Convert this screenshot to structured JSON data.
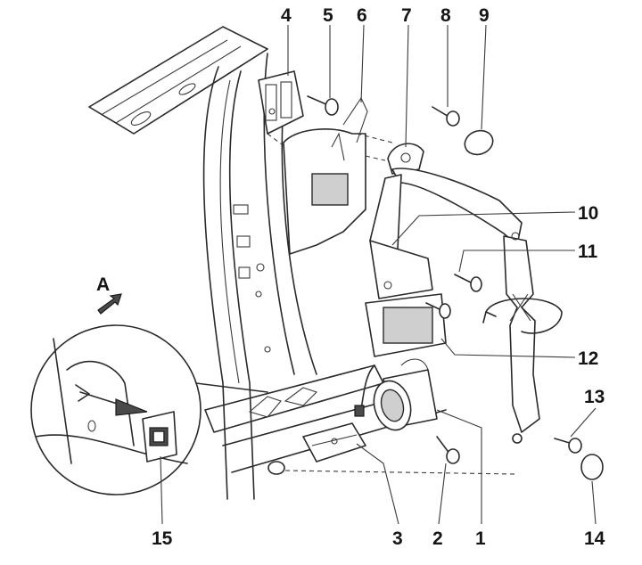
{
  "callouts": {
    "n1": "1",
    "n2": "2",
    "n3": "3",
    "n4": "4",
    "n5": "5",
    "n6": "6",
    "n7": "7",
    "n8": "8",
    "n9": "9",
    "n10": "10",
    "n11": "11",
    "n12": "12",
    "n13": "13",
    "n14": "14",
    "n15": "15"
  },
  "view_label": "A"
}
